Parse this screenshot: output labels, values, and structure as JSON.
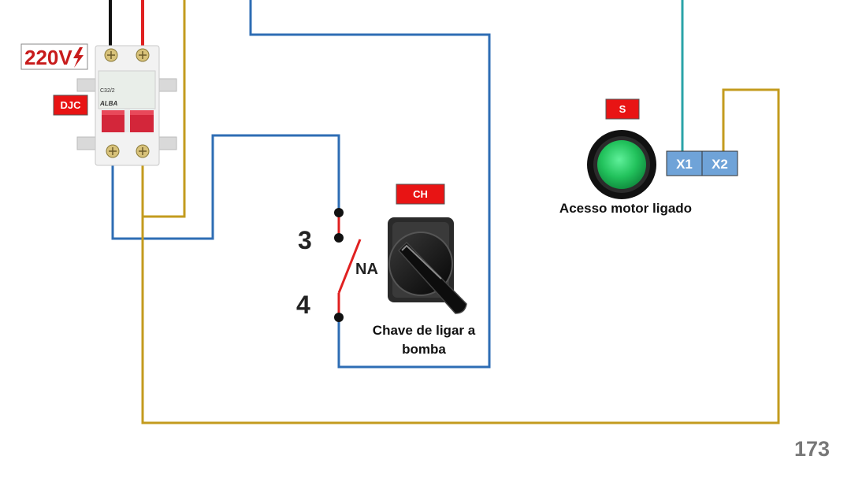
{
  "labels": {
    "voltage": "220V",
    "breaker_tag": "DJC",
    "switch_tag": "CH",
    "light_tag": "S",
    "terminal_x1": "X1",
    "terminal_x2": "X2",
    "terminal_3": "3",
    "terminal_4": "4",
    "contact_type": "NA",
    "switch_caption_line1": "Chave de ligar a",
    "switch_caption_line2": "bomba",
    "light_caption": "Acesso motor ligado",
    "page_number": "173"
  },
  "breaker_markings": {
    "model": "C32/2",
    "brand": "ALBA"
  },
  "colors": {
    "wire_blue": "#2e6db4",
    "wire_gold": "#c39b1e",
    "wire_teal": "#2aa3a8",
    "wire_red": "#e02020",
    "wire_black": "#111111",
    "tag_red": "#e81414",
    "terminal_blue": "#6fa3d8",
    "light_green": "#2ecc6a",
    "page_number_gray": "#777777"
  }
}
